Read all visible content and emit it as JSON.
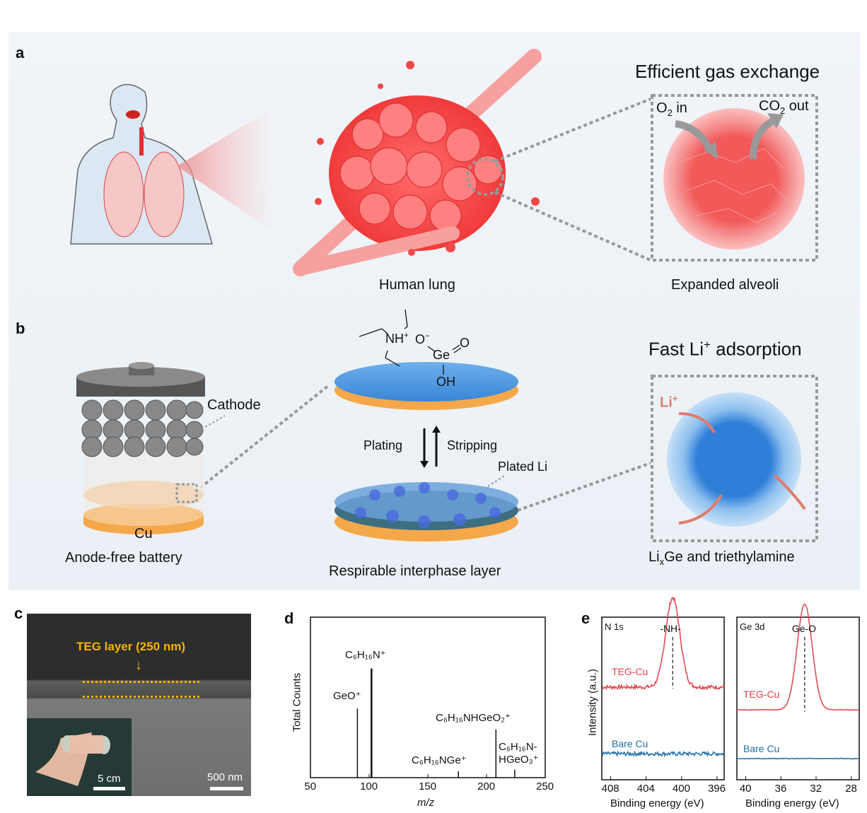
{
  "panels": {
    "a": "a",
    "b": "b",
    "c": "c",
    "d": "d",
    "e": "e"
  },
  "panel_a": {
    "title": "Efficient gas exchange",
    "o2_in": {
      "pre": "O",
      "sub": "2",
      "post": " in"
    },
    "co2_out": {
      "pre": "CO",
      "sub": "2",
      "post": " out"
    },
    "lung_caption": "Human lung",
    "alveoli_caption": "Expanded alveoli"
  },
  "panel_b": {
    "title_pre": "Fast Li",
    "title_sup": "+",
    "title_post": " adsorption",
    "cathode": "Cathode",
    "cu": "Cu",
    "battery_caption": "Anode-free battery",
    "molecule": {
      "nh": "NH",
      "plus": "+",
      "o_minus": "O",
      "minus": "−",
      "ge": "Ge",
      "o": "O",
      "oh": "OH"
    },
    "plating": "Plating",
    "stripping": "Stripping",
    "plated_li": "Plated Li",
    "interphase_caption": "Respirable interphase layer",
    "li_label": "Li",
    "li_sup": "+",
    "lixge_pre": "Li",
    "lixge_sub": "x",
    "lixge_post": "Ge and triethylamine"
  },
  "panel_c": {
    "teg_label": "TEG layer (250 nm)",
    "scale_inset": "5 cm",
    "scale_sem": "500 nm"
  },
  "colors": {
    "lung": "#f04848",
    "li_blue": "#3b86d8",
    "cu_orange": "#f5a84a",
    "teg_red": "#e8404a",
    "bare_blue": "#1f6ea8",
    "teg_yellow": "#f6b400"
  },
  "chart_data": [
    {
      "type": "bar",
      "panel": "d",
      "xlabel": "m/z",
      "ylabel": "Total Counts",
      "xlim": [
        50,
        250
      ],
      "ylim": [
        0,
        1
      ],
      "xticks": [
        "50",
        "100",
        "150",
        "200",
        "250"
      ],
      "peaks": [
        {
          "x": 90,
          "y": 0.43,
          "label": "GeO⁺"
        },
        {
          "x": 102,
          "y": 0.68,
          "label": "C₆H₁₆N⁺"
        },
        {
          "x": 176,
          "y": 0.04,
          "label": "C₆H₁₆NGe⁺"
        },
        {
          "x": 208,
          "y": 0.3,
          "label": "C₆H₁₆NHGeO₂⁺"
        },
        {
          "x": 224,
          "y": 0.05,
          "label": "C₆H₁₆N-HGeO₃⁺"
        }
      ]
    },
    {
      "type": "line",
      "panel": "e-left",
      "title": "N 1s",
      "annotation": "-NH-",
      "xlabel": "Binding energy (eV)",
      "ylabel": "Intensity (a.u.)",
      "xlim": [
        409,
        395.2
      ],
      "xticks": [
        "408",
        "404",
        "400",
        "396"
      ],
      "series": [
        {
          "name": "TEG-Cu",
          "peak_center": 401,
          "peak_height": 0.55,
          "peak_width": 0.8,
          "baseline": 0.57
        },
        {
          "name": "Bare Cu",
          "peak_center": 401,
          "peak_height": 0,
          "peak_width": 1,
          "baseline": 0.16
        }
      ]
    },
    {
      "type": "line",
      "panel": "e-right",
      "title": "Ge 3d",
      "annotation": "Ge-O",
      "xlabel": "Binding energy (eV)",
      "xlim": [
        41,
        27.1
      ],
      "xticks": [
        "40",
        "36",
        "32",
        "28"
      ],
      "series": [
        {
          "name": "TEG-Cu",
          "peak_center": 33.3,
          "peak_height": 0.65,
          "peak_width": 0.85,
          "baseline": 0.43
        },
        {
          "name": "Bare Cu",
          "peak_center": 33,
          "peak_height": 0,
          "peak_width": 1,
          "baseline": 0.13
        }
      ]
    }
  ]
}
